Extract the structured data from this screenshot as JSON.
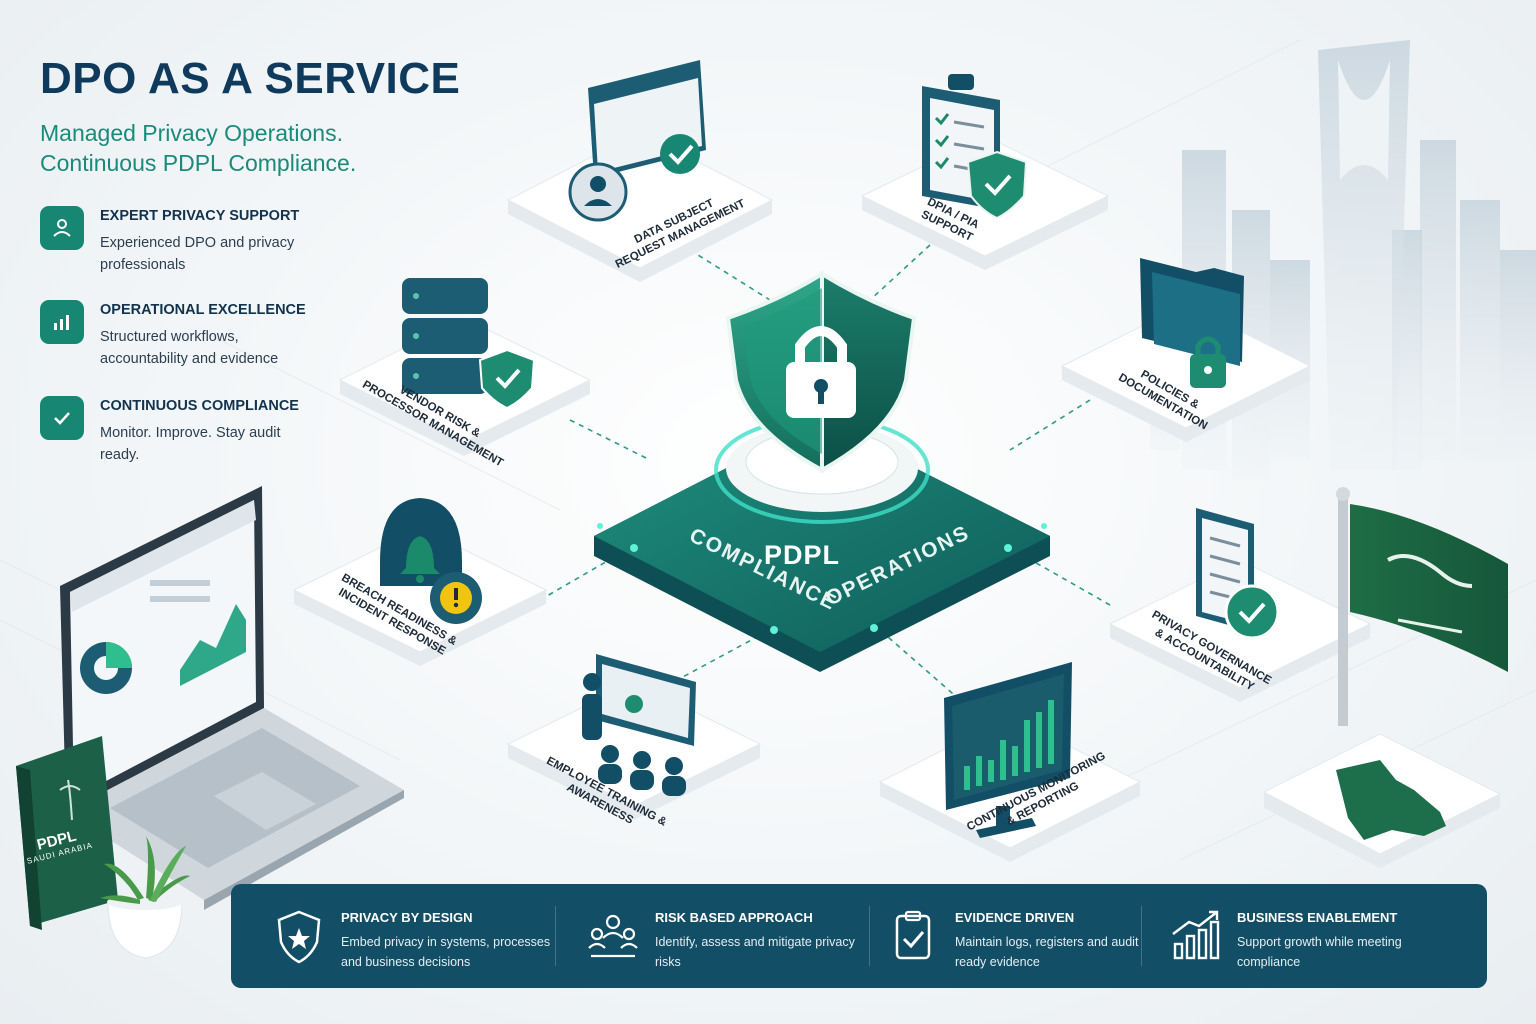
{
  "header": {
    "title": "DPO AS A SERVICE",
    "subtitle_line1": "Managed Privacy Operations.",
    "subtitle_line2": "Continuous PDPL Compliance."
  },
  "features": [
    {
      "icon": "user-icon",
      "title": "EXPERT PRIVACY SUPPORT",
      "desc": "Experienced DPO and privacy professionals"
    },
    {
      "icon": "bar-chart-icon",
      "title": "OPERATIONAL EXCELLENCE",
      "desc": "Structured workflows, accountability and evidence"
    },
    {
      "icon": "check-icon",
      "title": "CONTINUOUS COMPLIANCE",
      "desc": "Monitor. Improve. Stay audit ready."
    }
  ],
  "hub": {
    "title": "PDPL",
    "arc_left": "COMPLIANCE",
    "arc_right": "OPERATIONS"
  },
  "tiles": {
    "data_subject": {
      "line1": "DATA SUBJECT",
      "line2": "REQUEST MANAGEMENT"
    },
    "dpia": {
      "line1": "DPIA / PIA",
      "line2": "SUPPORT"
    },
    "vendor": {
      "line1": "VENDOR RISK &",
      "line2": "PROCESSOR MANAGEMENT"
    },
    "policies": {
      "line1": "POLICIES &",
      "line2": "DOCUMENTATION"
    },
    "breach": {
      "line1": "BREACH READINESS &",
      "line2": "INCIDENT RESPONSE"
    },
    "governance": {
      "line1": "PRIVACY GOVERNANCE",
      "line2": "& ACCOUNTABILITY"
    },
    "training": {
      "line1": "EMPLOYEE TRAINING &",
      "line2": "AWARENESS"
    },
    "monitoring": {
      "line1": "CONTINUOUS MONITORING",
      "line2": "& REPORTING"
    }
  },
  "book": {
    "title": "PDPL",
    "subtitle": "SAUDI ARABIA"
  },
  "principles": [
    {
      "icon": "shield-icon",
      "title": "PRIVACY BY DESIGN",
      "desc": "Embed privacy in systems, processes and business decisions"
    },
    {
      "icon": "team-icon",
      "title": "RISK BASED APPROACH",
      "desc": "Identify, assess and mitigate privacy risks"
    },
    {
      "icon": "clipboard-check-icon",
      "title": "EVIDENCE DRIVEN",
      "desc": "Maintain logs, registers and audit ready evidence"
    },
    {
      "icon": "growth-chart-icon",
      "title": "BUSINESS ENABLEMENT",
      "desc": "Support growth while meeting compliance"
    }
  ],
  "colors": {
    "teal": "#178672",
    "navy": "#124e66",
    "green": "#1d6e4a",
    "dark_text": "#0f3a5c"
  }
}
